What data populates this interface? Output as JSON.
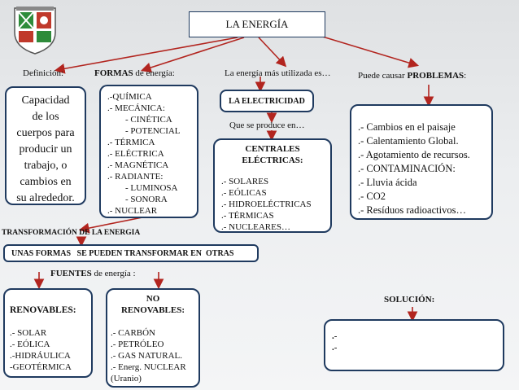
{
  "title": "LA ENERGÍA",
  "definicion": {
    "label": "Definición:",
    "text_lines": [
      "Capacidad",
      "de los",
      "cuerpos para",
      "producir un",
      "trabajo, o",
      "cambios en",
      "su alrededor."
    ]
  },
  "formas": {
    "label_bold": "FORMAS",
    "label_rest": " de energía:",
    "items": [
      ".-QUÍMICA",
      ".- MECÁNICA:",
      "- CINÉTICA",
      "- POTENCIAL",
      ".- TÉRMICA",
      ".- ELÉCTRICA",
      ".- MAGNÉTICA",
      ".- RADIANTE:",
      "- LUMINOSA",
      "- SONORA",
      ".- NUCLEAR"
    ]
  },
  "mas_utilizada": {
    "label": "La energía más utilizada es…",
    "box": "LA ELECTRICIDAD",
    "sub_label": "Que se produce en…",
    "centrales_title_1": "CENTRALES",
    "centrales_title_2": "ELÉCTRICAS:",
    "centrales_items": [
      ".- SOLARES",
      ".- EÓLICAS",
      ".- HIDROELÉCTRICAS",
      ".- TÉRMICAS",
      ".- NUCLEARES…"
    ]
  },
  "problemas": {
    "label_rest": "Puede causar ",
    "label_bold": "PROBLEMAS",
    "label_end": ":",
    "items": [
      ".- Cambios en el paisaje",
      ".- Calentamiento Global.",
      ".- Agotamiento de recursos.",
      ".- CONTAMINACIÓN:",
      ".- Lluvia ácida",
      ".- CO2",
      ".- Resíduos radioactivos…"
    ]
  },
  "transformacion": {
    "label": "TRANSFORMACIÓN DE LA ENERGIA",
    "box": "UNAS FORMAS   SE PUEDEN TRANSFORMAR EN  OTRAS"
  },
  "fuentes": {
    "label_bold": "FUENTES",
    "label_rest": " de energía :",
    "renovables_title": "RENOVABLES:",
    "renovables_items": [
      ".- SOLAR",
      ".- EÓLICA",
      ".-HIDRÁULICA",
      "-GEOTÉRMICA"
    ],
    "no_renovables_title_1": "NO",
    "no_renovables_title_2": "RENOVABLES:",
    "no_renovables_items": [
      ".- CARBÓN",
      ".- PETRÓLEO",
      ".- GAS NATURAL.",
      ".- Energ. NUCLEAR",
      "(Uranio)"
    ]
  },
  "solucion": {
    "label": "SOLUCIÓN:",
    "items": [
      ".-",
      ".-"
    ]
  },
  "colors": {
    "arrow": "#b2251f",
    "border": "#1f3a5f",
    "logo_green": "#2e8b3a",
    "logo_red": "#c0392b"
  },
  "icons": {
    "logo": "school-crest-icon"
  }
}
